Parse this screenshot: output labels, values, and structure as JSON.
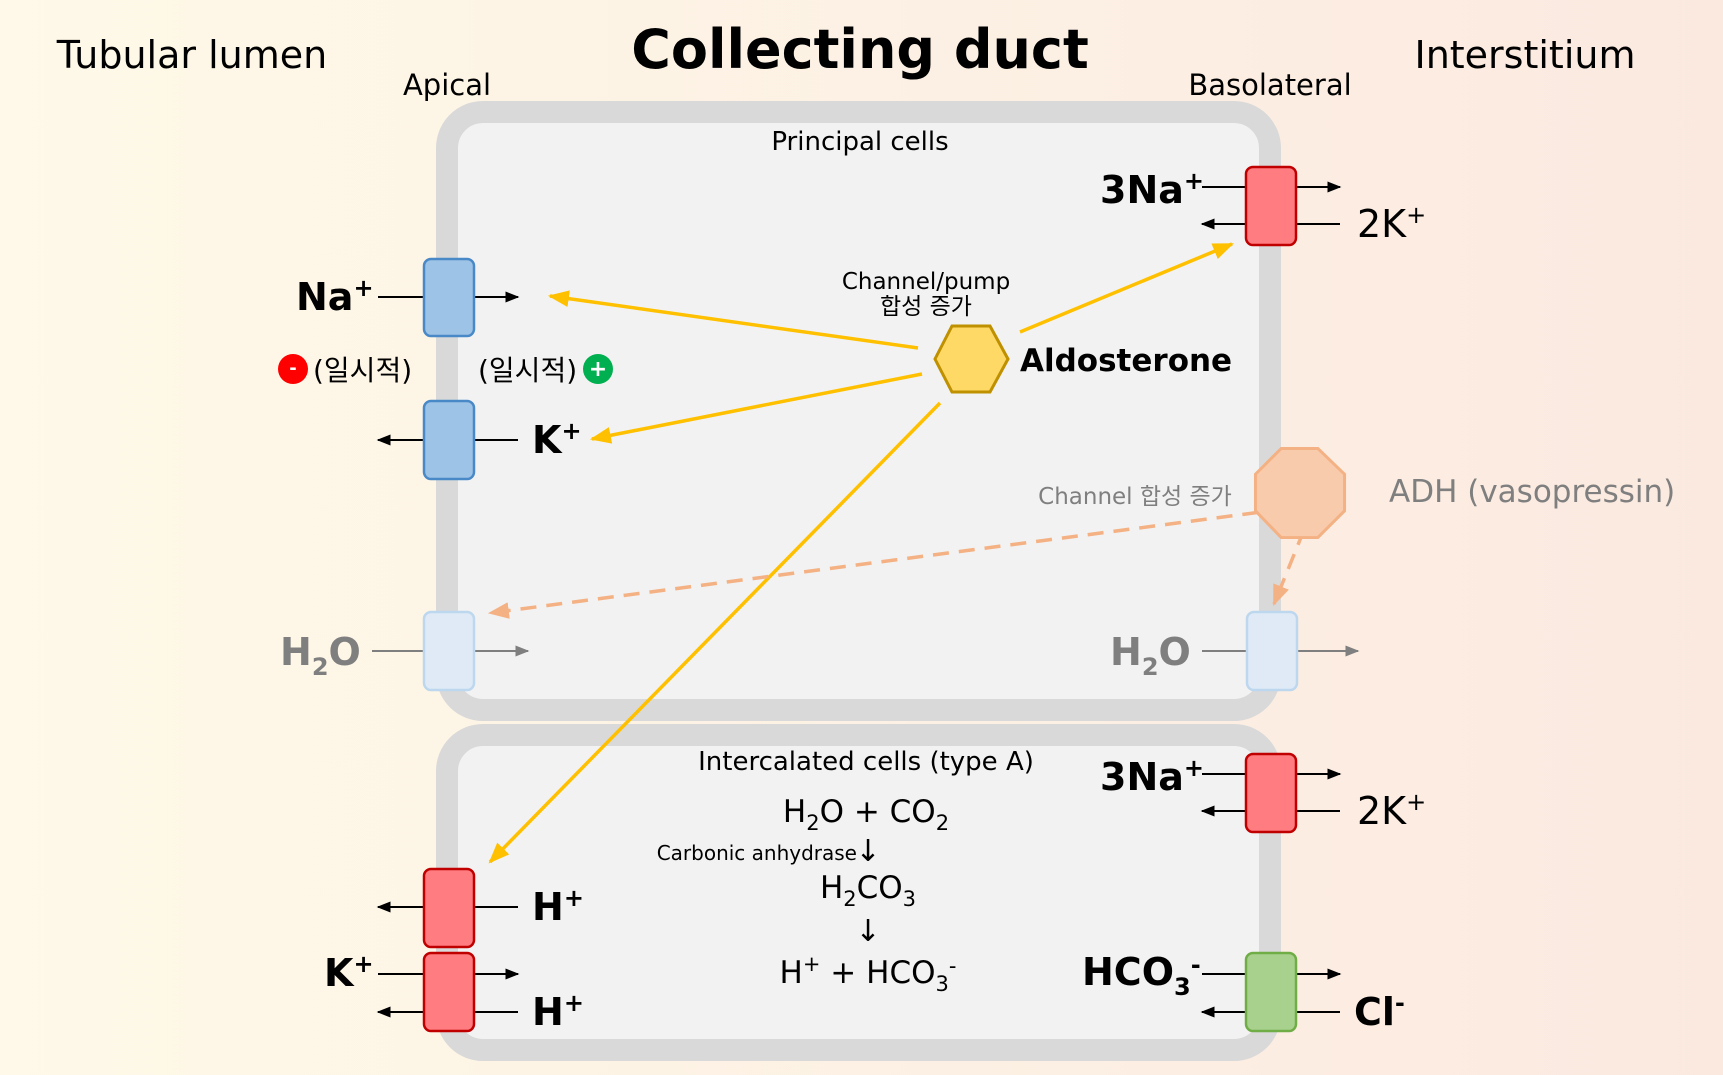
{
  "title": "Collecting duct",
  "regions": {
    "lumen": "Tubular lumen",
    "interstitium": "Interstitium",
    "apical": "Apical",
    "basolateral": "Basolateral"
  },
  "principal": {
    "label": "Principal cells",
    "pump_na": {
      "base": "3Na",
      "sup": "+"
    },
    "pump_k": {
      "base": "2K",
      "sup": "+"
    },
    "na": {
      "base": "Na",
      "sup": "+"
    },
    "k": {
      "base": "K",
      "sup": "+"
    },
    "minus_sign": "-",
    "plus_sign": "+",
    "transient_left": "(일시적)",
    "transient_right": "(일시적)",
    "aldo_note_1": "Channel/pump",
    "aldo_note_2": "합성 증가",
    "aldosterone": "Aldosterone",
    "adh": "ADH (vasopressin)",
    "adh_note": "Channel 합성 증가",
    "h2o_left": {
      "base": "H",
      "sub": "2",
      "tail": "O"
    },
    "h2o_right": {
      "base": "H",
      "sub": "2",
      "tail": "O"
    }
  },
  "intercalated": {
    "label": "Intercalated cells (type A)",
    "pump_na": {
      "base": "3Na",
      "sup": "+"
    },
    "pump_k": {
      "base": "2K",
      "sup": "+"
    },
    "rxn1": {
      "a": "H",
      "a_sub": "2",
      "a_tail": "O  +  CO",
      "b_sub": "2"
    },
    "enzyme": "Carbonic anhydrase",
    "arrow1": "↓",
    "rxn2": {
      "a": "H",
      "a_sub": "2",
      "b": "CO",
      "b_sub": "3"
    },
    "arrow2": "↓",
    "rxn3": {
      "a": "H",
      "a_sup": "+",
      "b": "  +  HCO",
      "b_sub": "3",
      "b_sup": "-"
    },
    "h_top": {
      "base": "H",
      "sup": "+"
    },
    "k_in": {
      "base": "K",
      "sup": "+"
    },
    "h_bottom": {
      "base": "H",
      "sup": "+"
    },
    "hco3": {
      "base": "HCO",
      "sub": "3",
      "sup": "-"
    },
    "cl": {
      "base": "Cl",
      "sup": "-"
    }
  },
  "colors": {
    "bg_left": "#fef9e8",
    "bg_right": "#fbe9e0",
    "cell_border": "#d9d9d9",
    "cell_fill": "#f2f2f2",
    "channel_blue": "#9dc3e6",
    "channel_blue_stroke": "#4a89c8",
    "channel_light": "#dfeaf6",
    "channel_light_stroke": "#bdd7ee",
    "pump_red": "#ff7c80",
    "pump_red_stroke": "#c00000",
    "exchanger_green": "#a9d18e",
    "exchanger_green_stroke": "#70ad47",
    "aldo_fill": "#ffd966",
    "aldo_stroke": "#bf9000",
    "arrow_gold": "#ffc000",
    "adh_fill": "#f8cbad",
    "adh_stroke": "#f4b183",
    "gray_text": "#7f7f7f",
    "minus_red": "#ff0000",
    "plus_green": "#00b050"
  }
}
